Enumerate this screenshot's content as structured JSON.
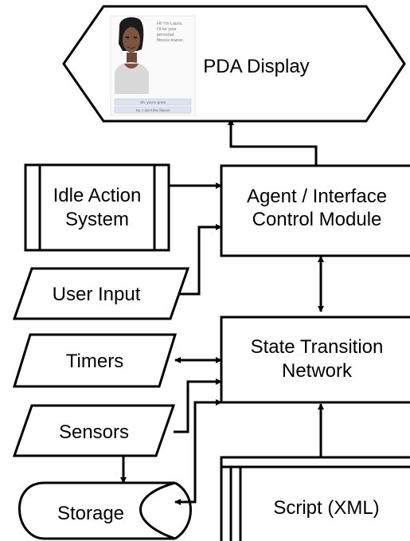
{
  "nodes": {
    "pda_display": "PDA Display",
    "agent_control": [
      "Agent / Interface",
      "Control Module"
    ],
    "idle_action": [
      "Idle Action",
      "System"
    ],
    "user_input": "User Input",
    "state_transition": [
      "State Transition",
      "Network"
    ],
    "timers": "Timers",
    "sensors": "Sensors",
    "storage": "Storage",
    "script": "Script (XML)"
  },
  "pda_screen": {
    "speech": [
      "Hi! I'm Laura.",
      "I'll be your",
      "personal",
      "fitness trainer."
    ],
    "buttons": [
      "Oh, you're great",
      "No, I don't like fitness"
    ]
  },
  "edges": [
    {
      "from": "agent_control",
      "to": "pda_display"
    },
    {
      "from": "idle_action",
      "to": "agent_control"
    },
    {
      "from": "user_input",
      "to": "agent_control"
    },
    {
      "from": "agent_control",
      "to": "state_transition",
      "bidirectional": true
    },
    {
      "from": "timers",
      "to": "state_transition",
      "bidirectional": true
    },
    {
      "from": "sensors",
      "to": "state_transition"
    },
    {
      "from": "storage",
      "to": "state_transition",
      "bidirectional": true
    },
    {
      "from": "sensors",
      "to": "storage"
    },
    {
      "from": "script",
      "to": "state_transition"
    }
  ]
}
